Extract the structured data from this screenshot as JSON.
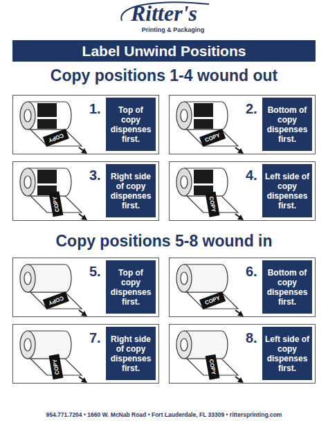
{
  "diagram": {
    "title": "Label Unwind Positions",
    "nodes": [
      {
        "text": [
          "1."
        ]
      },
      {
        "text": [
          "Top of copy dispenses first."
        ],
        "in": 0
      },
      {
        "text": [
          "2."
        ]
      },
      {
        "text": [
          "Bottom of copy dispenses first."
        ],
        "in": 2
      },
      {
        "text": [
          "3."
        ]
      },
      {
        "text": [
          "Right side of copy dispenses first."
        ],
        "in": 4
      },
      {
        "text": [
          "4."
        ]
      },
      {
        "text": [
          "Left side of copy dispenses first."
        ],
        "in": 6
      },
      {
        "text": [
          "5."
        ]
      },
      {
        "text": [
          "Top of copy dispenses first."
        ],
        "in": 8
      },
      {
        "text": [
          "6."
        ]
      },
      {
        "text": [
          "Bottom of copy dispenses first."
        ],
        "in": 10
      },
      {
        "text": [
          "7."
        ]
      },
      {
        "text": [
          "Right side of copy dispenses first."
        ],
        "in": 12
      },
      {
        "text": [
          "8."
        ]
      },
      {
        "text": [
          "Left side of copy dispenses first."
        ],
        "in": 14
      }
    ],
    "labels": [
      "Ritter's",
      "Printing & Packaging",
      "Copy positions 1-4 wound out",
      "COPY",
      "COPY",
      "COPY",
      "COPY",
      "Copy positions 5-8 wound in",
      "COPY",
      "COPY",
      "COPY",
      "COPY",
      "954.771.7204 • 1660 W. McNab Road • Fort Lauderdale, FL 33309 • rittersprinting.com"
    ]
  }
}
